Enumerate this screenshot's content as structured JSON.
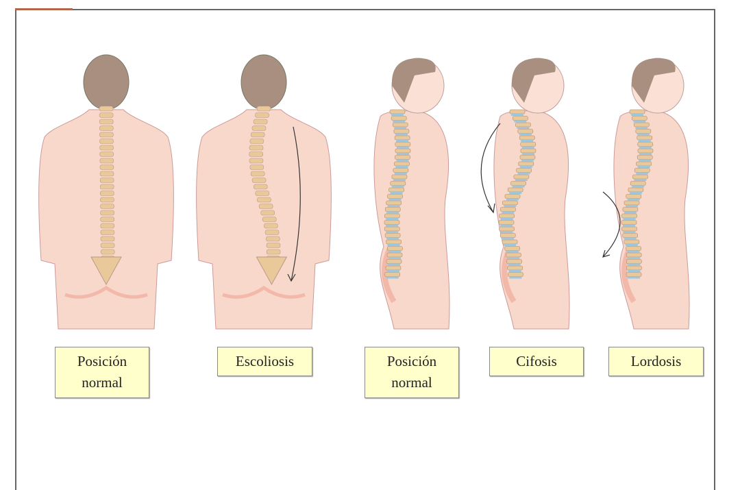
{
  "figures": [
    {
      "id": "back-normal",
      "view": "back",
      "condition": "normal"
    },
    {
      "id": "back-scoliosis",
      "view": "back",
      "condition": "scoliosis"
    },
    {
      "id": "side-normal",
      "view": "side",
      "condition": "normal"
    },
    {
      "id": "side-kyphosis",
      "view": "side",
      "condition": "kyphosis"
    },
    {
      "id": "side-lordosis",
      "view": "side",
      "condition": "lordosis"
    }
  ],
  "labels": [
    {
      "line1": "Posición",
      "line2": "normal"
    },
    {
      "line1": "Escoliosis",
      "line2": ""
    },
    {
      "line1": "Posición",
      "line2": "normal"
    },
    {
      "line1": "Cifosis",
      "line2": ""
    },
    {
      "line1": "Lordosis",
      "line2": ""
    }
  ],
  "colors": {
    "skin": "#f9d8cc",
    "skin_shade": "#f2b8aa",
    "hair": "#a88f80",
    "vertebra": "#e9c99a",
    "disc": "#9fc6dc",
    "label_bg": "#ffffcc"
  }
}
